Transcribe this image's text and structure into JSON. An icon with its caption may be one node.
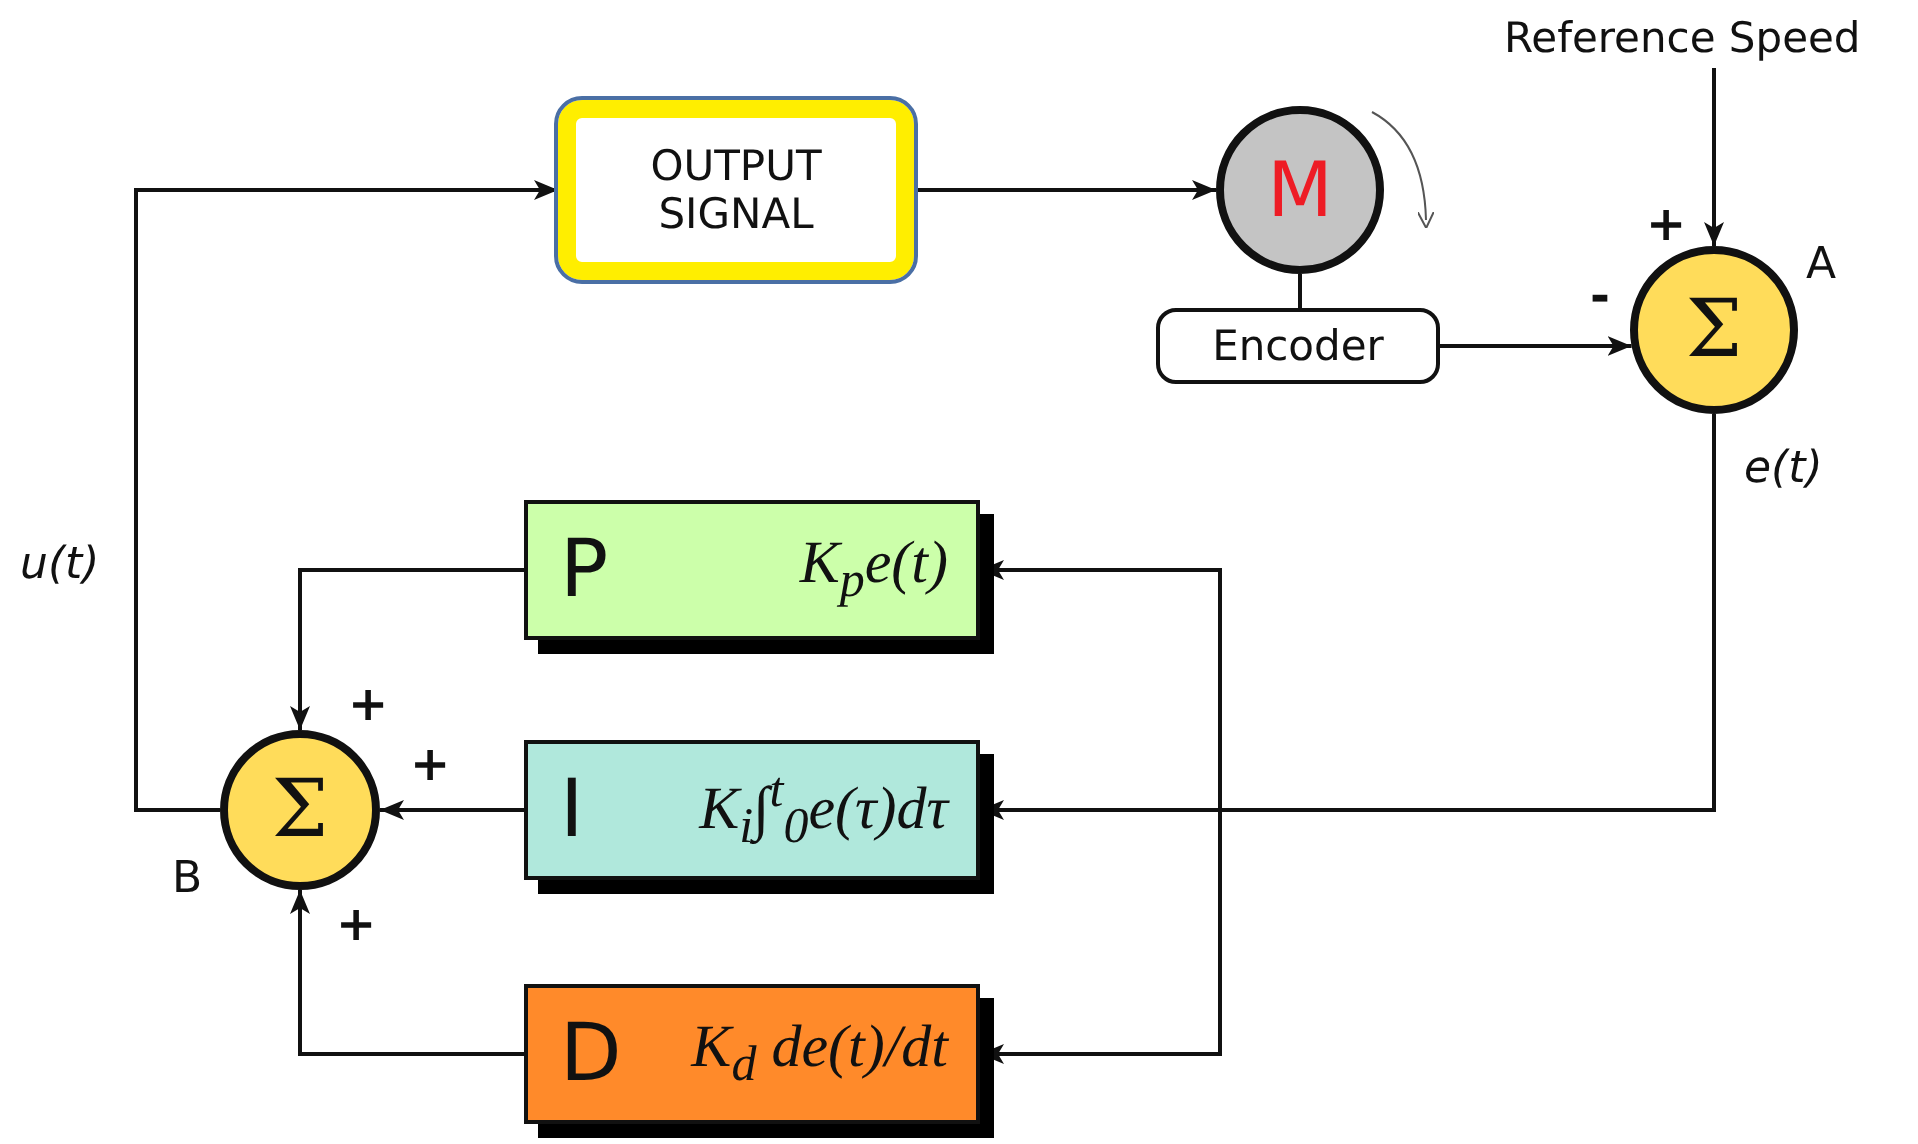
{
  "diagram": {
    "nodes": [
      {
        "text": [
          "OUTPUT SIGNAL"
        ]
      },
      {
        "text": [
          "M"
        ]
      },
      {
        "text": [
          "Encoder"
        ]
      },
      {
        "text": [
          "Reference Speed"
        ]
      },
      {
        "text": [
          "Σ"
        ],
        "beside": [
          "A"
        ]
      },
      {
        "text": [
          "P",
          "K$_{p}$e(t)"
        ]
      },
      {
        "text": [
          "I",
          "K$_{i}$∫$^{t}$$_{0}$e(τ)dτ"
        ]
      },
      {
        "text": [
          "D",
          "K$_{d}$ de(t)/dt"
        ]
      },
      {
        "text": [
          "Σ"
        ],
        "beside": [
          "B"
        ]
      }
    ],
    "edges": [
      {
        "from": 8,
        "to": 0,
        "arrow": "to",
        "label": "u(t)"
      },
      {
        "from": 0,
        "to": 1,
        "arrow": "to"
      },
      {
        "from": 1,
        "to": 2,
        "arrow": "none"
      },
      {
        "from": 2,
        "to": 4,
        "arrow": "to"
      },
      {
        "from": 3,
        "to": 4,
        "arrow": "to"
      },
      {
        "from": 4,
        "to": 5,
        "arrow": "to"
      },
      {
        "from": 4,
        "to": 6,
        "arrow": "to",
        "label": "e(t)"
      },
      {
        "from": 4,
        "to": 7,
        "arrow": "to"
      },
      {
        "from": 5,
        "to": 8,
        "arrow": "to"
      },
      {
        "from": 6,
        "to": 8,
        "arrow": "to"
      },
      {
        "from": 7,
        "to": 8,
        "arrow": "to"
      }
    ],
    "labels": [
      "+",
      "-",
      "+",
      "+",
      "+"
    ]
  }
}
